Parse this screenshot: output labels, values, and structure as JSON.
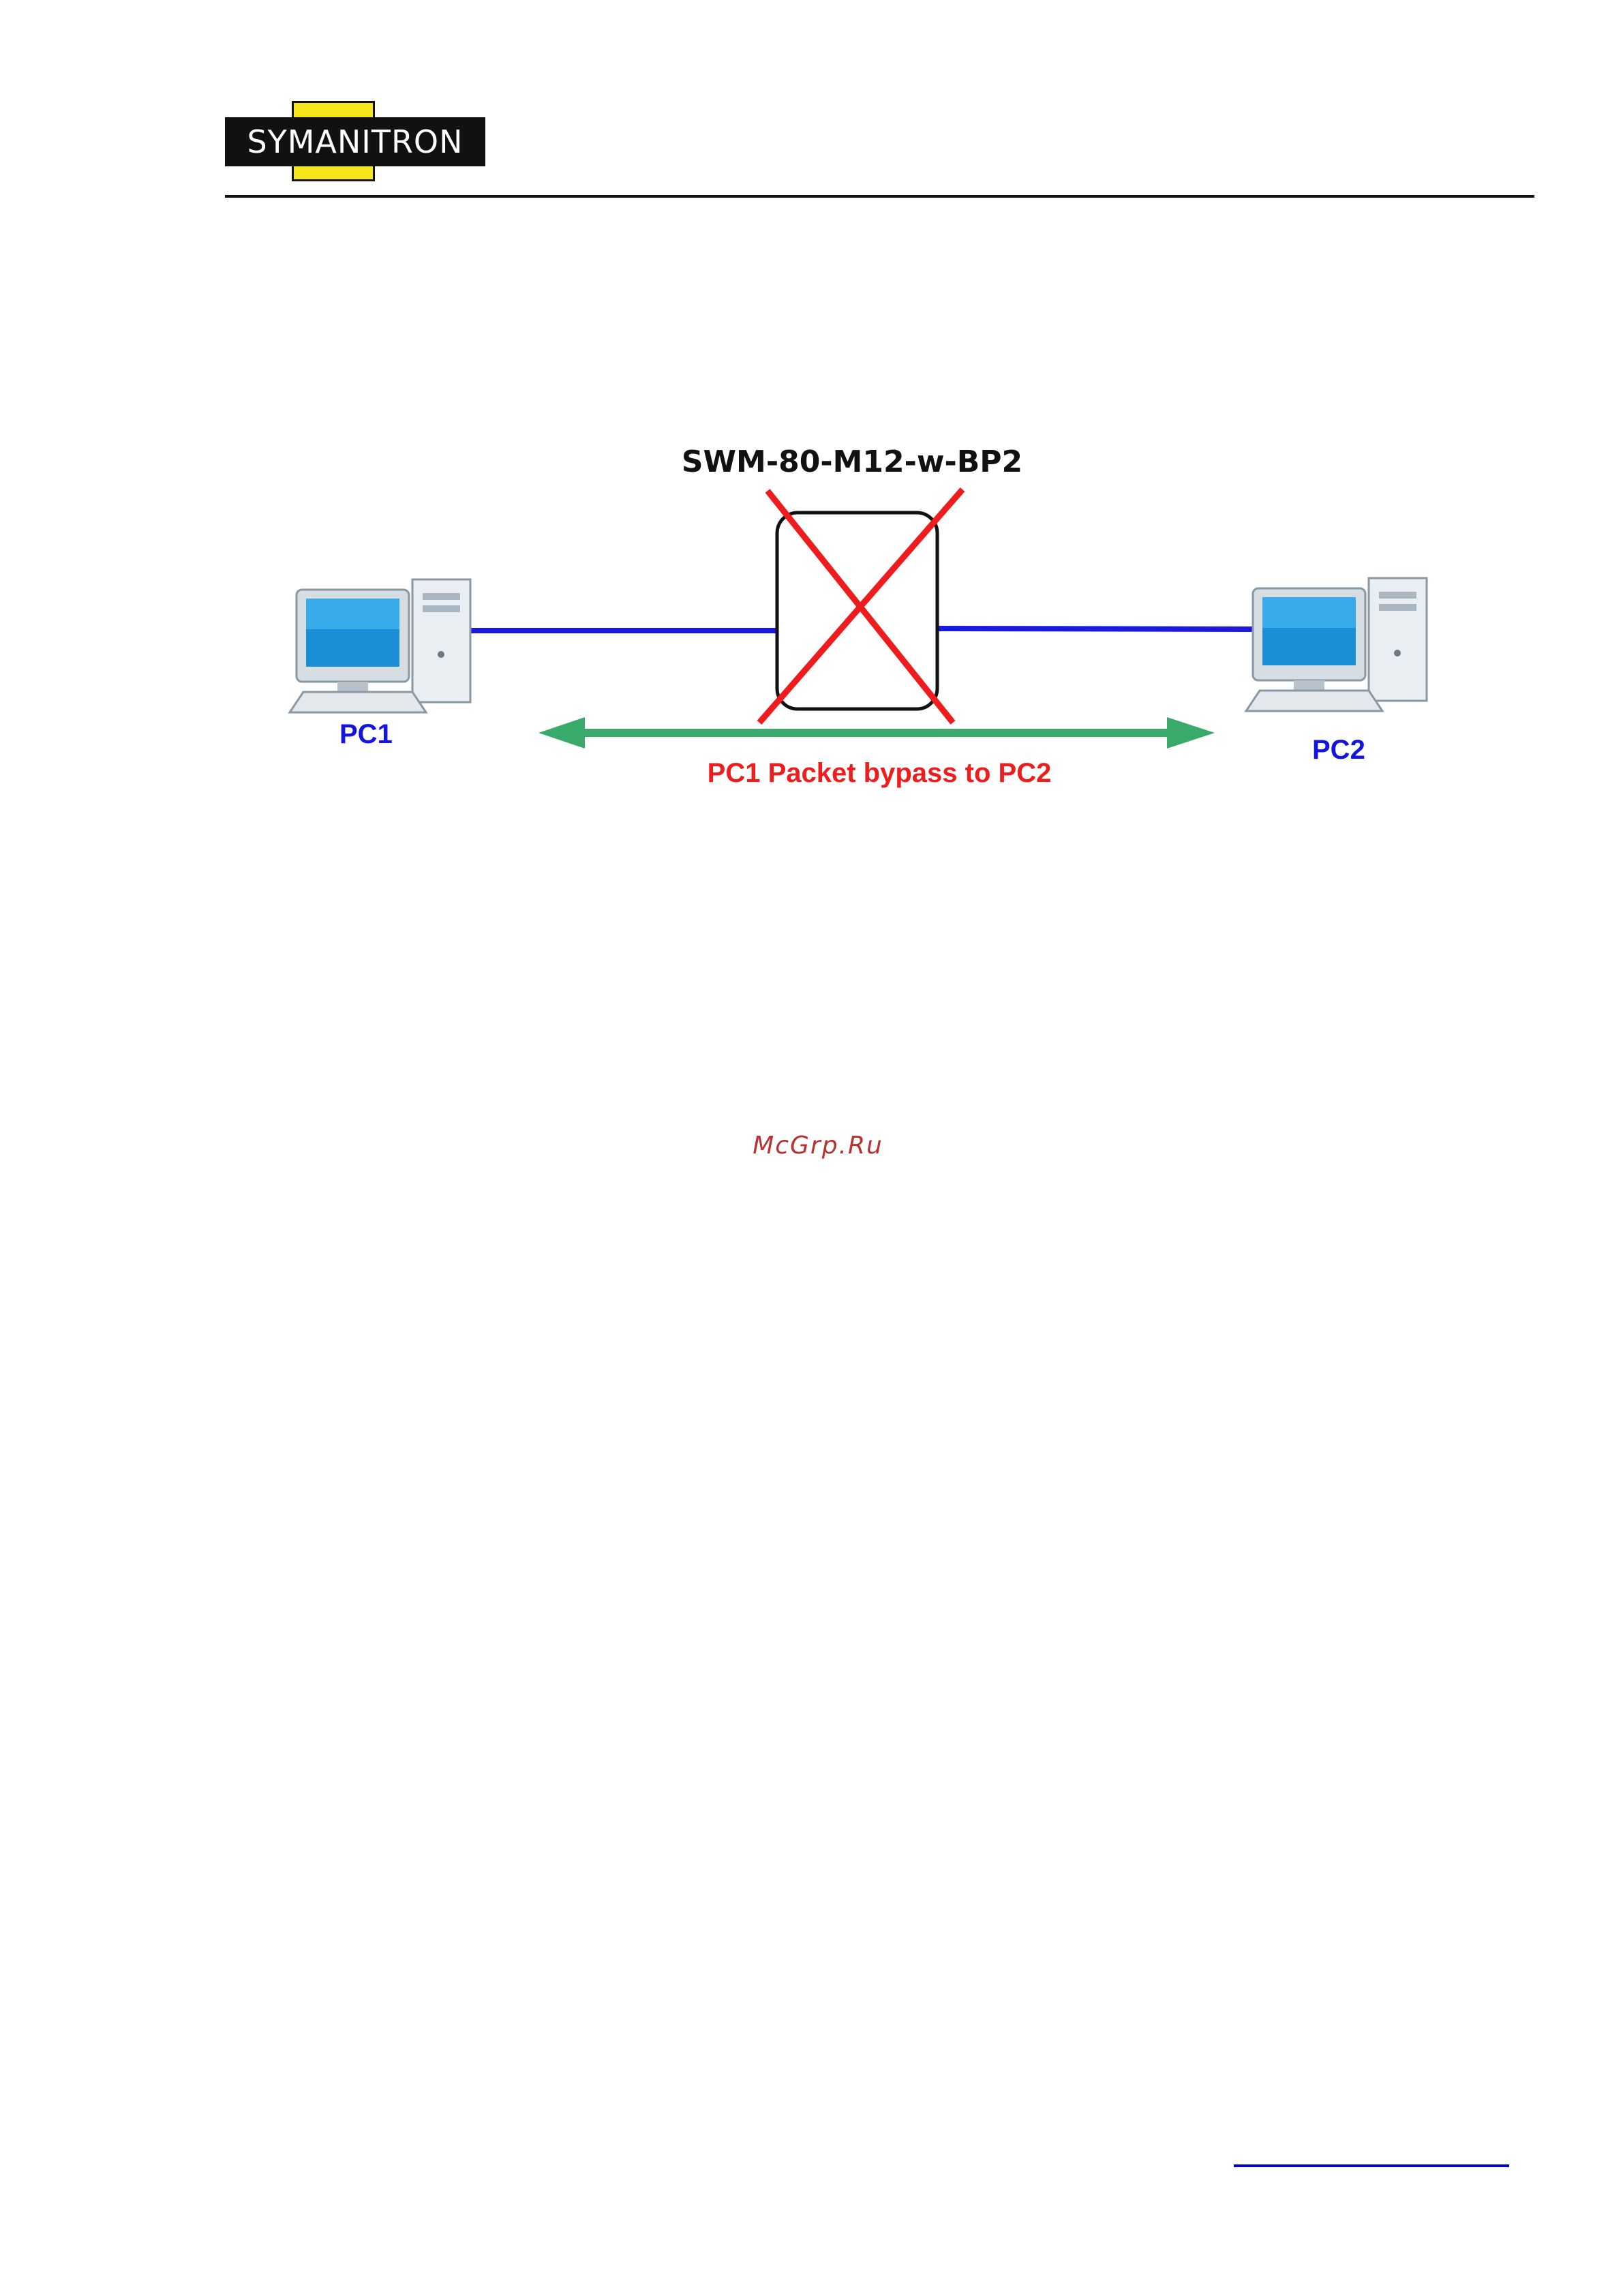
{
  "header": {
    "logo_text": "SYMANITRON"
  },
  "diagram": {
    "device_label": "SWM-80-M12-w-BP2",
    "pc1_label": "PC1",
    "pc2_label": "PC2",
    "bypass_label": "PC1 Packet bypass to PC2",
    "colors": {
      "cable": "#1a1adf",
      "cross": "#ee1c1c",
      "arrow": "#3aaa6a",
      "pc_label": "#1414e0"
    }
  },
  "watermark": {
    "text": "McGrp.Ru"
  }
}
